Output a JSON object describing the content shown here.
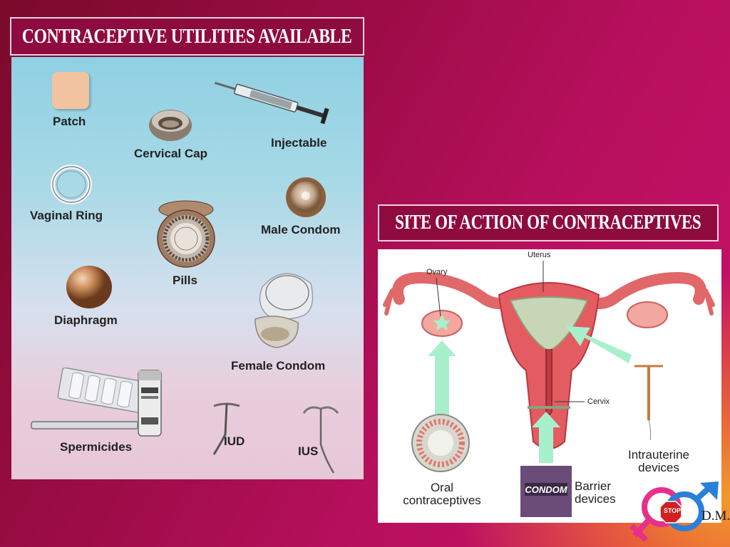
{
  "slide": {
    "title_left": "CONTRACEPTIVE UTILITIES AVAILABLE",
    "title_right": "SITE OF ACTION OF CONTRACEPTIVES"
  },
  "utilities": {
    "patch": "Patch",
    "cervical_cap": "Cervical Cap",
    "injectable": "Injectable",
    "vaginal_ring": "Vaginal Ring",
    "male_condom": "Male Condom",
    "pills": "Pills",
    "diaphragm": "Diaphragm",
    "female_condom": "Female Condom",
    "spermicides": "Spermicides",
    "iud": "IUD",
    "ius": "IUS"
  },
  "diagram": {
    "uterus": "Uterus",
    "ovary": "Ovary",
    "cervix": "Cervix",
    "iud_line1": "Intrauterine",
    "iud_line2": "devices",
    "oral_line1": "Oral",
    "oral_line2": "contraceptives",
    "barrier_line1": "Barrier",
    "barrier_line2": "devices",
    "condom_pack": "CONDOM"
  },
  "logo": {
    "stop": "STOP",
    "suffix": "D.M."
  },
  "colors": {
    "title_bg": "#8e0b3f",
    "arrow": "#a8f0cc"
  }
}
